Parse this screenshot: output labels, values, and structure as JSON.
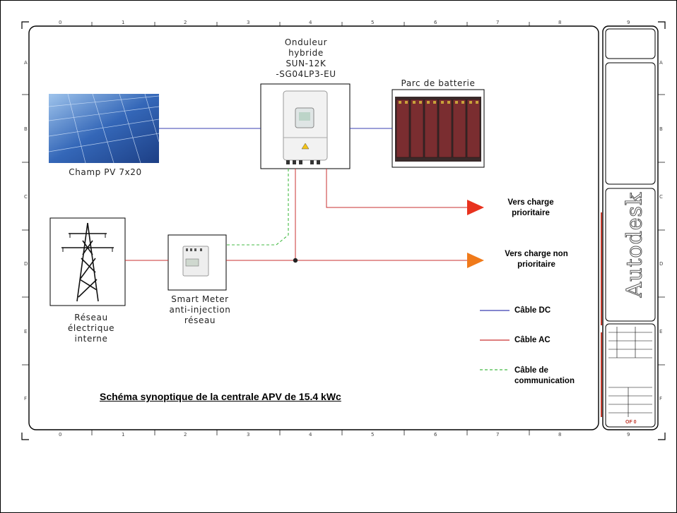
{
  "title": "Schéma synoptique de la centrale APV de 15.4 kWc",
  "inverter_label": "Onduleur\nhybride\nSUN-12K\n-SG04LP3-EU",
  "battery_label": "Parc de batterie",
  "pv_label": "Champ PV 7x20",
  "grid_label": "Réseau\nélectrique\ninterne",
  "meter_label": "Smart Meter\nanti-injection\nréseau",
  "priority_load": "Vers charge\nprioritaire",
  "nonpriority_load": "Vers charge non\nprioritaire",
  "legend": {
    "dc": "Câble DC",
    "ac": "Câble AC",
    "comm": "Câble de\ncommunication"
  },
  "brand": "Autodesk",
  "sheet_mark": "OF 0",
  "columns": [
    "0",
    "1",
    "2",
    "3",
    "4",
    "5",
    "6",
    "7",
    "8",
    "9"
  ],
  "rows": [
    "A",
    "B",
    "C",
    "D",
    "E",
    "F"
  ],
  "colors": {
    "dc": "#3a3fb0",
    "ac": "#c93030",
    "comm": "#44bb44",
    "arrow": "#e8321e"
  }
}
